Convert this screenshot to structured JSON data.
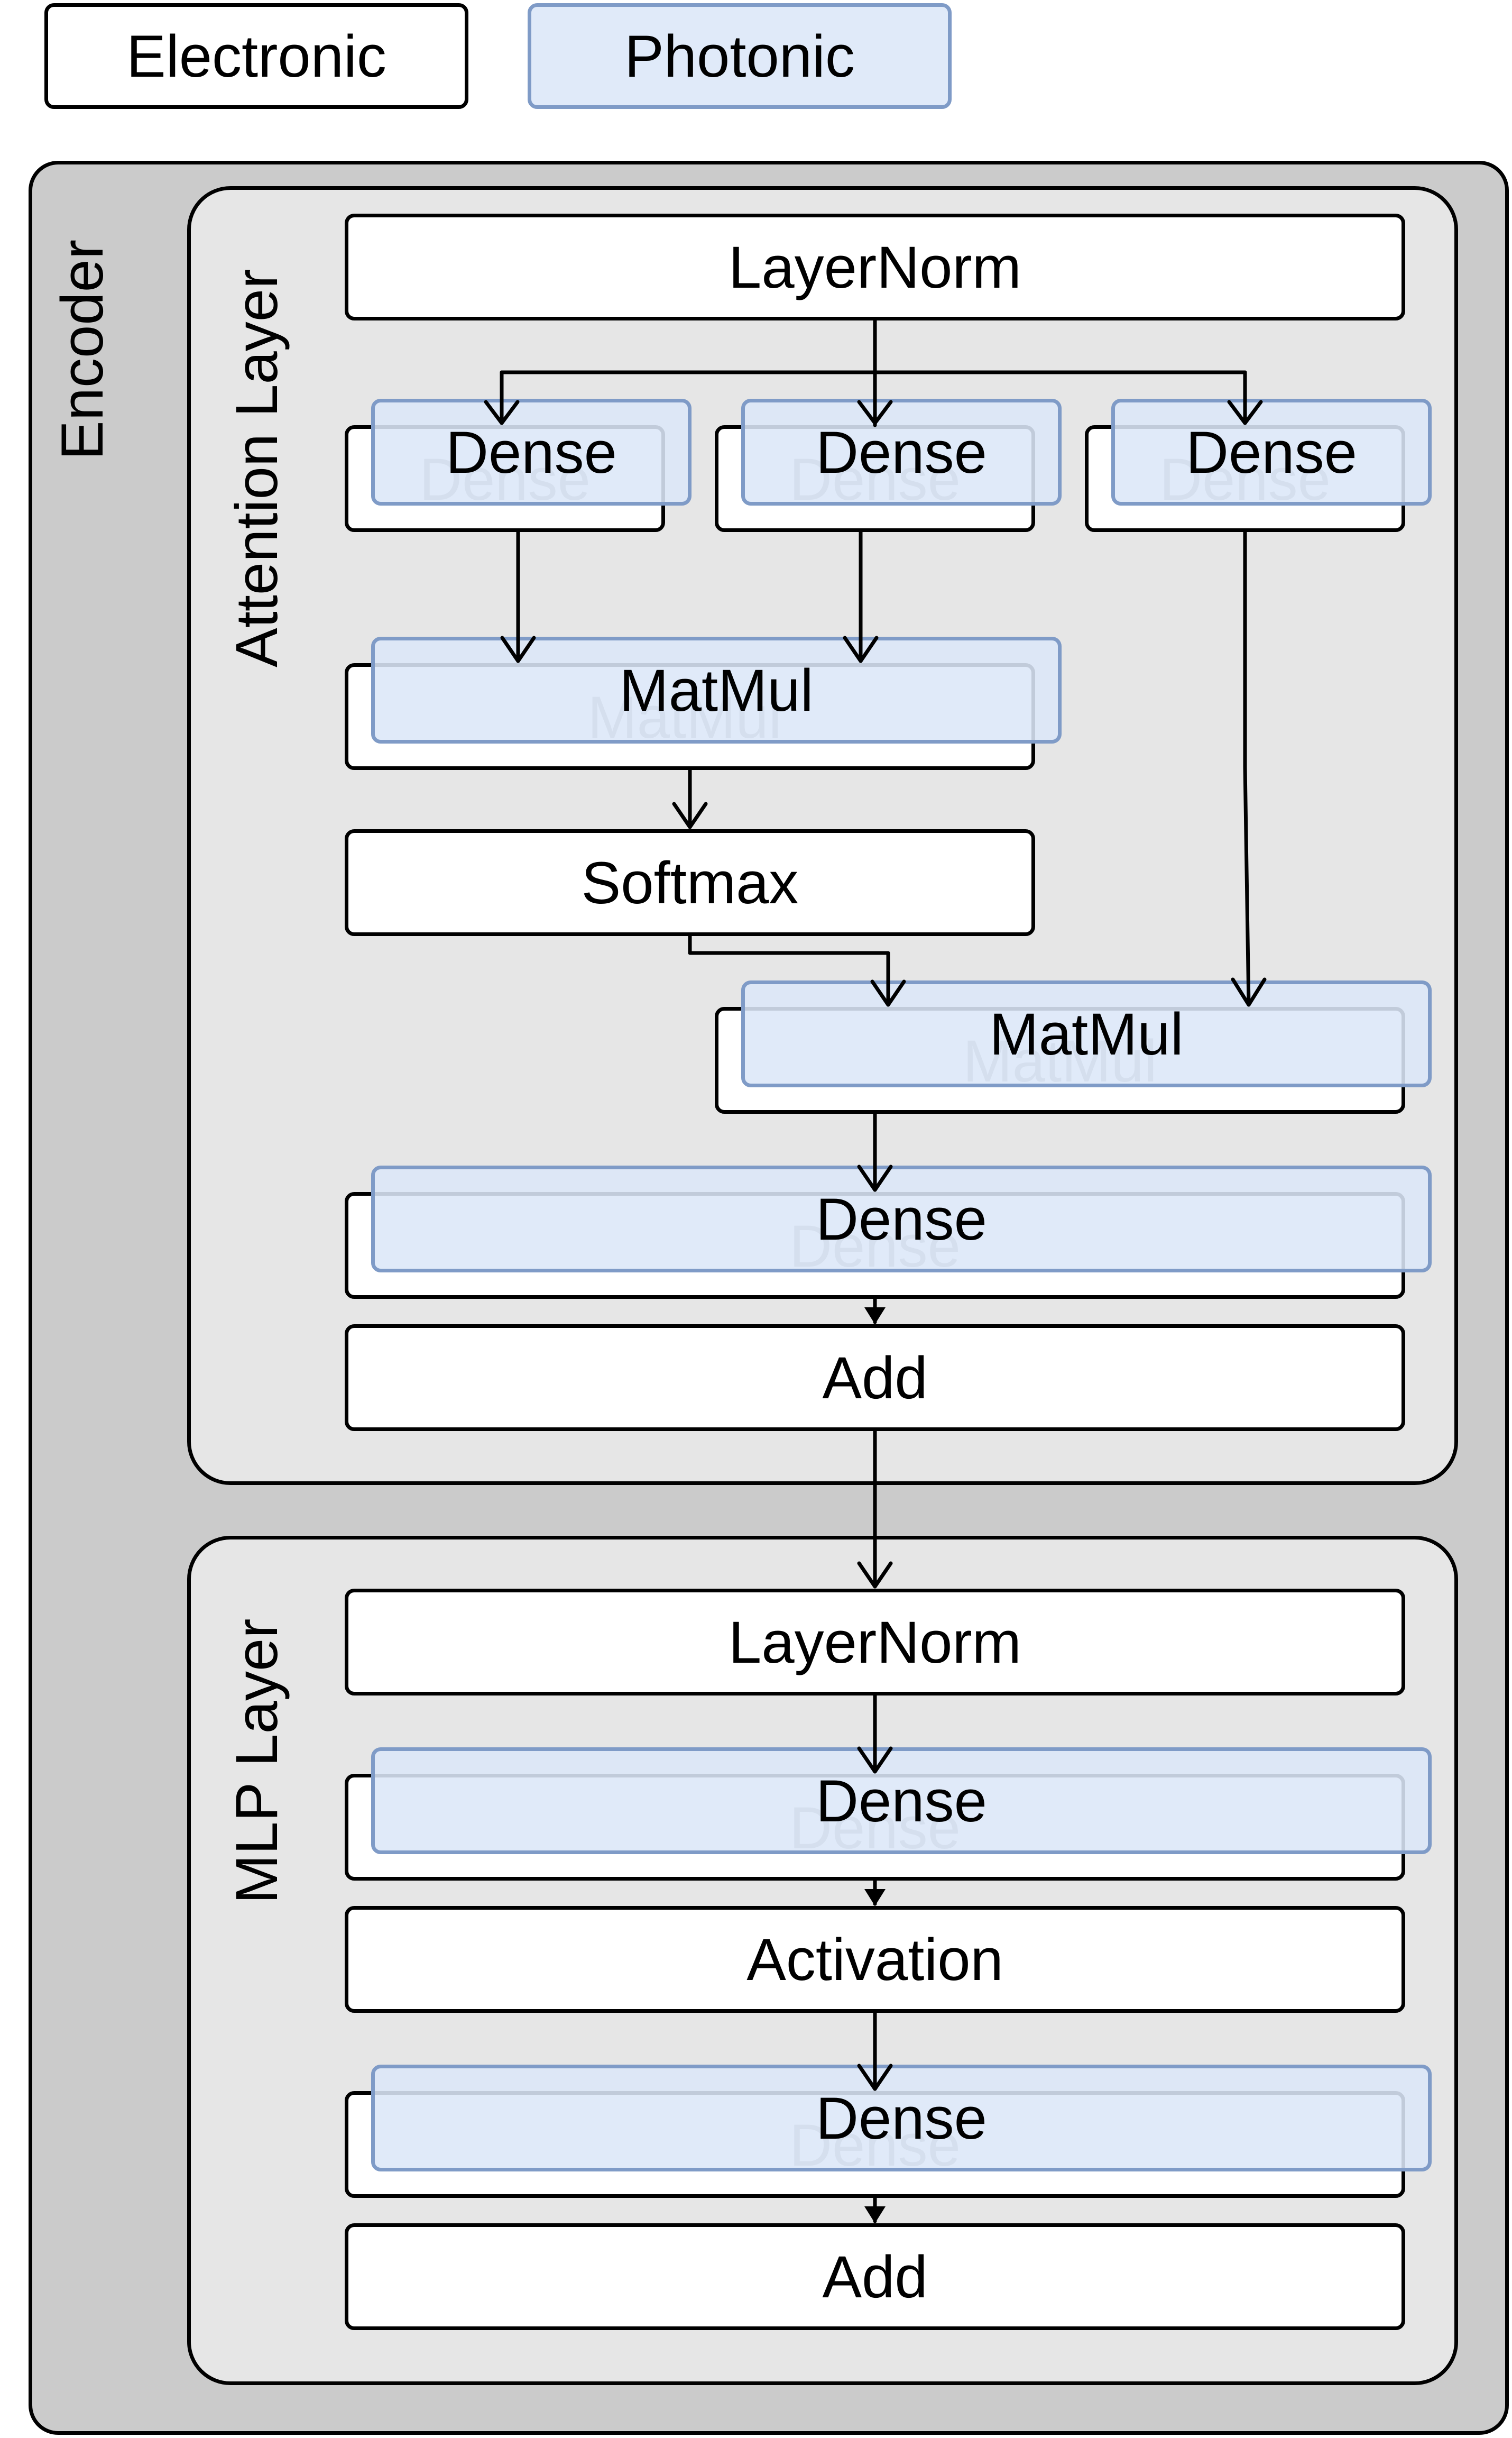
{
  "legend": {
    "electronic": "Electronic",
    "photonic": "Photonic"
  },
  "colors": {
    "photonic_fill": "#dce7f8",
    "photonic_border": "#7f9bc7",
    "encoder_bg": "#cbcbcb",
    "layer_bg": "#e6e6e6",
    "ghost_text": "#a6a6a6"
  },
  "encoder": {
    "label": "Encoder"
  },
  "attention": {
    "label": "Attention Layer",
    "layernorm": "LayerNorm",
    "dense_q": "Dense",
    "dense_k": "Dense",
    "dense_v": "Dense",
    "matmul_1": "MatMul",
    "softmax": "Softmax",
    "matmul_2": "MatMul",
    "dense_out": "Dense",
    "add": "Add"
  },
  "mlp": {
    "label": "MLP Layer",
    "layernorm": "LayerNorm",
    "dense_1": "Dense",
    "activation": "Activation",
    "dense_2": "Dense",
    "add": "Add"
  }
}
